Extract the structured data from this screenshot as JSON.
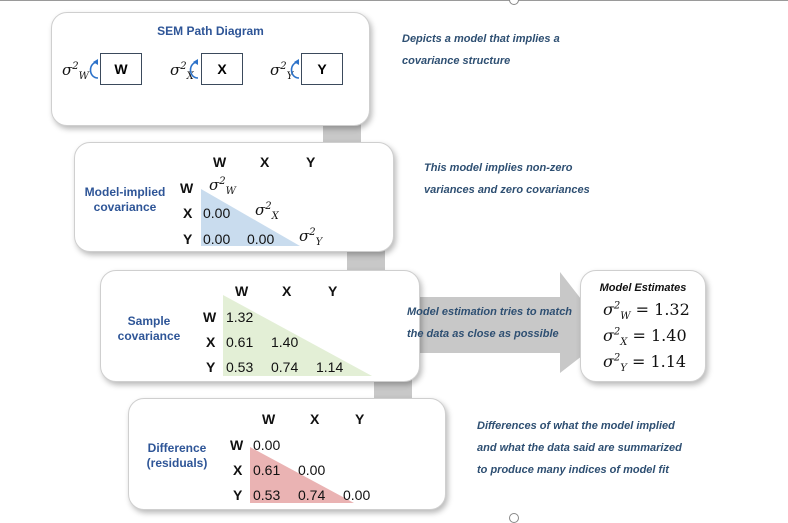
{
  "sem": {
    "title": "SEM Path Diagram",
    "vars": [
      "W",
      "X",
      "Y"
    ],
    "sigma": "σ",
    "note_lines": [
      "Depicts a model that implies a",
      "covariance structure"
    ]
  },
  "implied": {
    "label_lines": [
      "Model-implied",
      "covariance"
    ],
    "headers": [
      "W",
      "X",
      "Y"
    ],
    "rows": [
      "W",
      "X",
      "Y"
    ],
    "cells": {
      "x_w": "0.00",
      "y_w": "0.00",
      "y_x": "0.00"
    },
    "note_lines": [
      "This model implies non-zero",
      "variances and zero covariances"
    ],
    "colors": {
      "triangle": "#c9dcee"
    }
  },
  "sample": {
    "label_lines": [
      "Sample",
      "covariance"
    ],
    "headers": [
      "W",
      "X",
      "Y"
    ],
    "rows": [
      "W",
      "X",
      "Y"
    ],
    "cells": {
      "w_w": "1.32",
      "x_w": "0.61",
      "x_x": "1.40",
      "y_w": "0.53",
      "y_x": "0.74",
      "y_y": "1.14"
    },
    "colors": {
      "triangle": "#e3efd6"
    }
  },
  "estimation": {
    "note_lines": [
      "Model estimation tries to match",
      "the data as close as possible"
    ]
  },
  "estimates": {
    "title": "Model Estimates",
    "values": [
      "1.32",
      "1.40",
      "1.14"
    ]
  },
  "residuals": {
    "label_lines": [
      "Difference",
      "(residuals)"
    ],
    "headers": [
      "W",
      "X",
      "Y"
    ],
    "rows": [
      "W",
      "X",
      "Y"
    ],
    "cells": {
      "w_w": "0.00",
      "x_w": "0.61",
      "x_x": "0.00",
      "y_w": "0.53",
      "y_x": "0.74",
      "y_y": "0.00"
    },
    "note_lines": [
      "Differences of what the model implied",
      "and what the data said are summarized",
      "to produce many indices of model fit"
    ],
    "colors": {
      "triangle": "#eab3b3"
    }
  },
  "colors": {
    "arrow": "#c8c8c8",
    "title": "#2e5597",
    "note": "#2e4f72"
  }
}
